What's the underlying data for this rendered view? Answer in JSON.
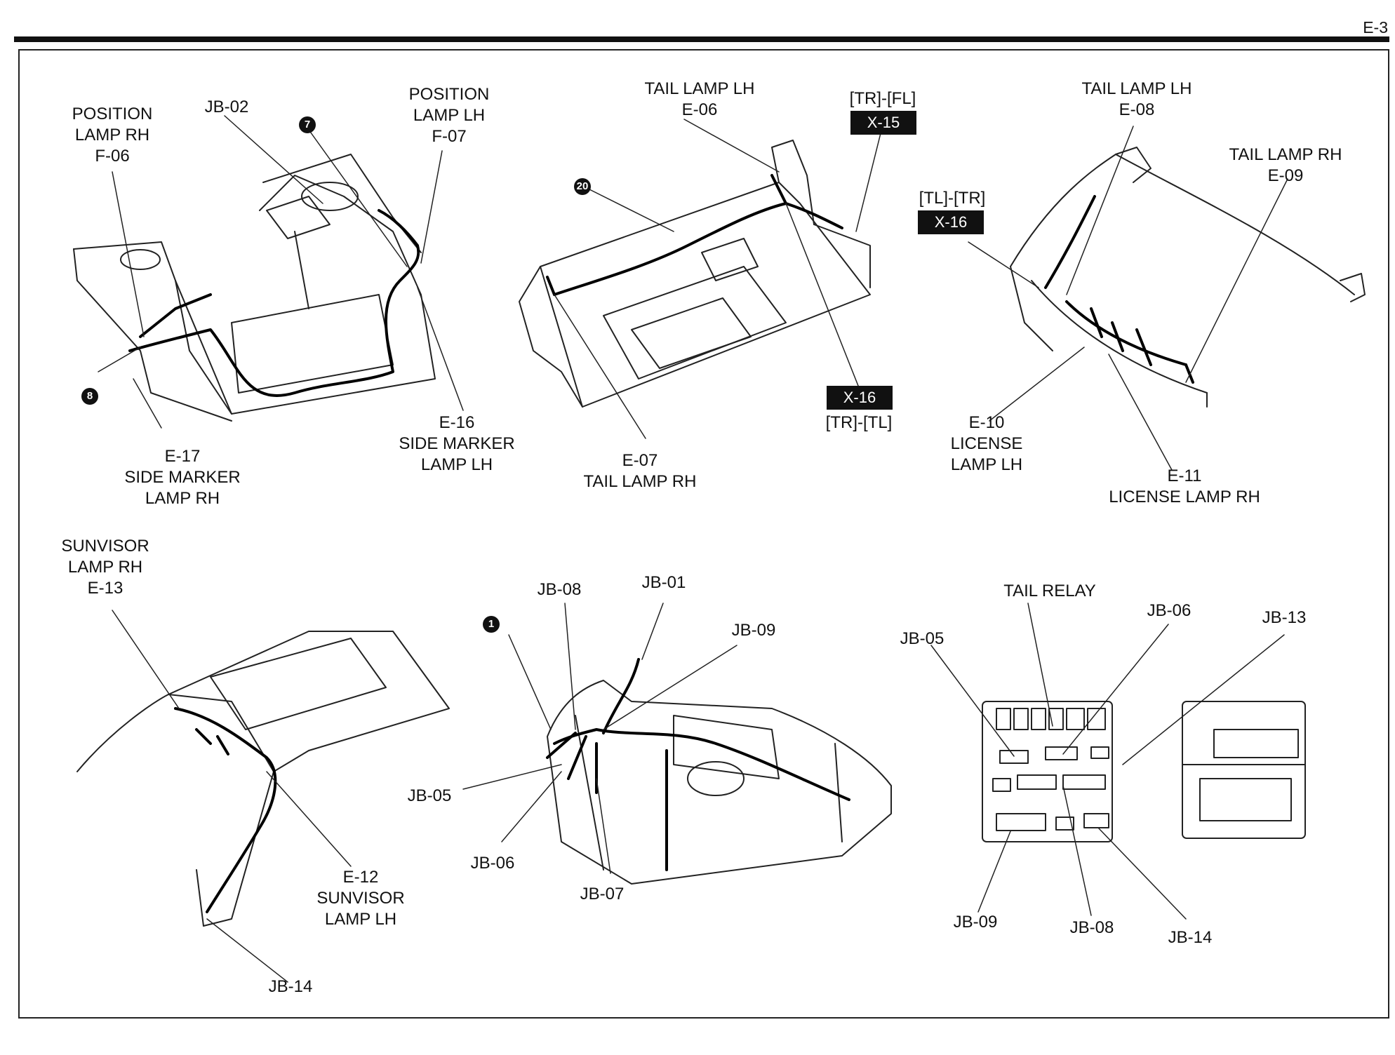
{
  "page_number": "E-3",
  "panels": {
    "front": {
      "position_lamp_rh": [
        "POSITION",
        "LAMP RH",
        "F-06"
      ],
      "jb_02": "JB-02",
      "position_lamp_lh": [
        "POSITION",
        "LAMP LH",
        "F-07"
      ],
      "side_marker_lamp_lh": [
        "E-16",
        "SIDE MARKER",
        "LAMP LH"
      ],
      "side_marker_lamp_rh": [
        "E-17",
        "SIDE MARKER",
        "LAMP RH"
      ],
      "bubble_7": "7",
      "bubble_8": "8"
    },
    "trunk": {
      "tail_lamp_lh": [
        "TAIL LAMP LH",
        "E-06"
      ],
      "tr_fl": "[TR]-[FL]",
      "x15": "X-15",
      "x16": "X-16",
      "tr_tl": "[TR]-[TL]",
      "tail_lamp_rh": [
        "E-07",
        "TAIL LAMP RH"
      ],
      "bubble_20": "20"
    },
    "lid": {
      "tail_lamp_lh": [
        "TAIL LAMP LH",
        "E-08"
      ],
      "tail_lamp_rh": [
        "TAIL LAMP RH",
        "E-09"
      ],
      "tl_tr": "[TL]-[TR]",
      "x16": "X-16",
      "license_lamp_lh": [
        "E-10",
        "LICENSE",
        "LAMP LH"
      ],
      "license_lamp_rh": [
        "E-11",
        "LICENSE LAMP RH"
      ]
    },
    "roof": {
      "sunvisor_lamp_rh": [
        "SUNVISOR",
        "LAMP RH",
        "E-13"
      ],
      "sunvisor_lamp_lh": [
        "E-12",
        "SUNVISOR",
        "LAMP LH"
      ],
      "jb_14": "JB-14"
    },
    "dash": {
      "jb_08": "JB-08",
      "jb_01": "JB-01",
      "jb_09": "JB-09",
      "jb_05": "JB-05",
      "jb_06": "JB-06",
      "jb_07": "JB-07",
      "bubble_1": "1"
    },
    "junction": {
      "tail_relay": "TAIL RELAY",
      "jb_05": "JB-05",
      "jb_06": "JB-06",
      "jb_13": "JB-13",
      "jb_09": "JB-09",
      "jb_08": "JB-08",
      "jb_14": "JB-14"
    }
  }
}
